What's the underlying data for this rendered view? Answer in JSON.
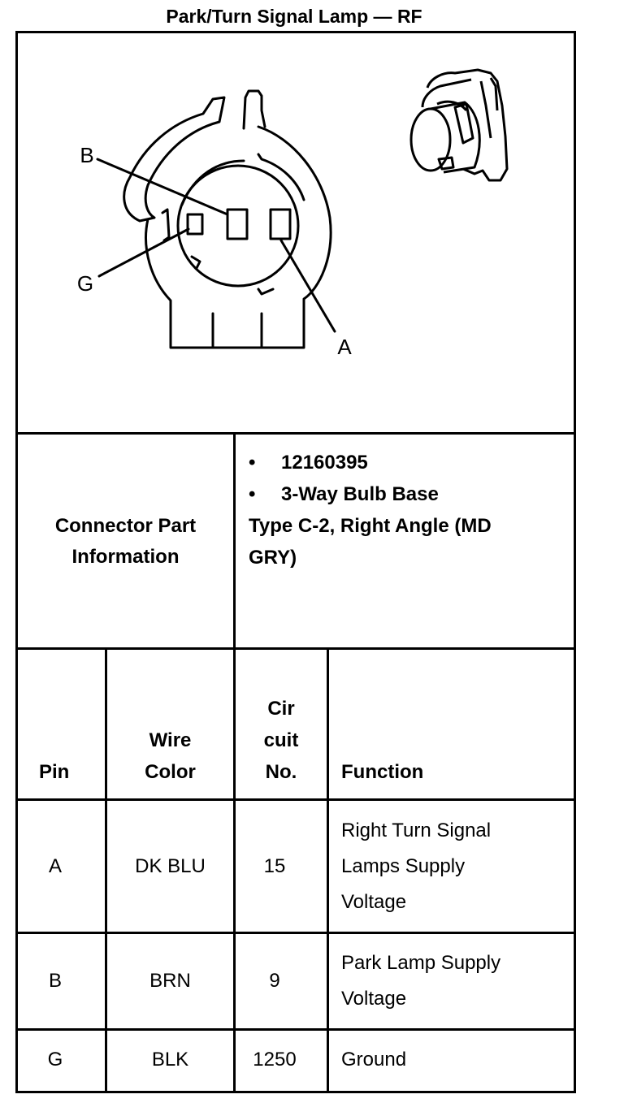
{
  "title": "Park/Turn Signal Lamp — RF",
  "diagram": {
    "labels": {
      "b": "B",
      "g": "G",
      "a": "A"
    },
    "icons": [
      "connector-face-icon",
      "connector-perspective-icon"
    ]
  },
  "connector_info": {
    "label_line1": "Connector Part",
    "label_line2": "Information",
    "bullets": [
      "12160395",
      "3-Way Bulb Base"
    ],
    "type_line1": "Type C-2, Right Angle (MD",
    "type_line2": "GRY)"
  },
  "table": {
    "headers": {
      "pin": "Pin",
      "wire_color_1": "Wire",
      "wire_color_2": "Color",
      "circuit_1": "Cir",
      "circuit_2": "cuit",
      "circuit_3": "No.",
      "function": "Function"
    },
    "rows": [
      {
        "pin": "A",
        "wire_color": "DK BLU",
        "circuit": "15",
        "function_lines": [
          "Right Turn Signal",
          "Lamps Supply",
          "Voltage"
        ]
      },
      {
        "pin": "B",
        "wire_color": "BRN",
        "circuit": "9",
        "function_lines": [
          "Park Lamp Supply",
          "Voltage"
        ]
      },
      {
        "pin": "G",
        "wire_color": "BLK",
        "circuit": "1250",
        "function_lines": [
          "Ground"
        ]
      }
    ]
  }
}
